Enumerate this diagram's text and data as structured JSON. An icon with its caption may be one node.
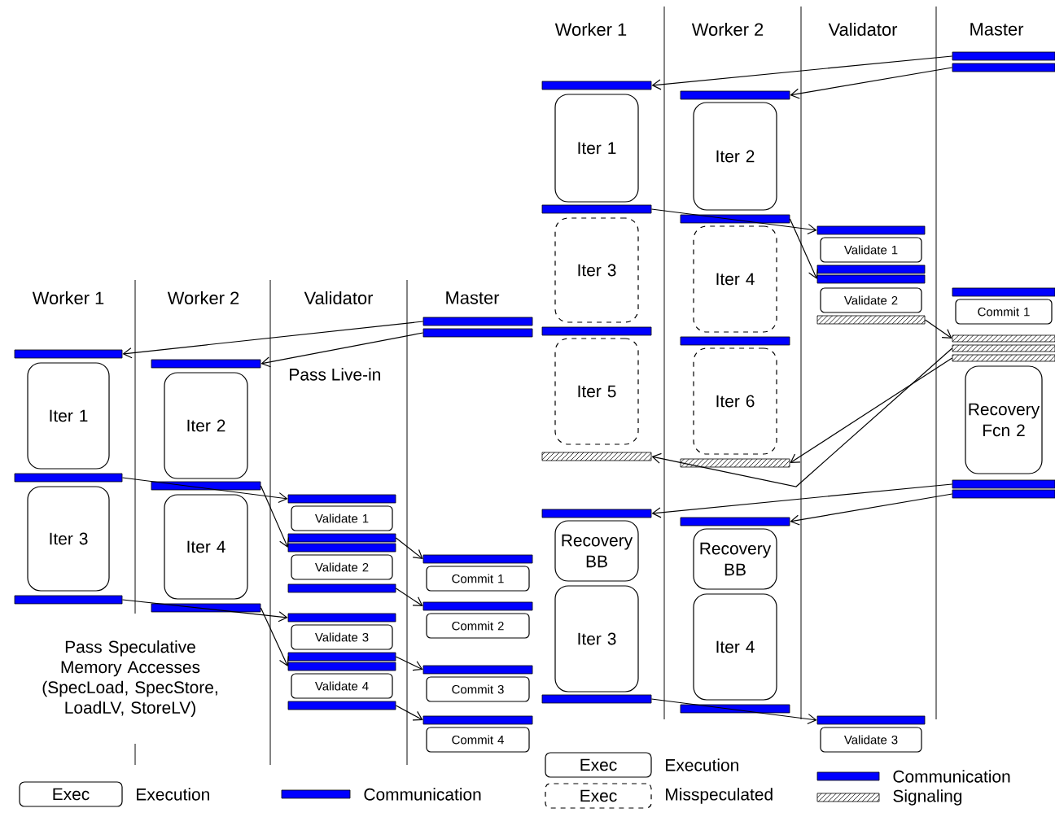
{
  "diagram": {
    "nodes": [
      {
        "text": [],
        "shape": "bar"
      },
      {
        "text": [],
        "shape": "bar"
      },
      {
        "text": [],
        "shape": "bar"
      },
      {
        "text": [],
        "shape": "bar"
      },
      {
        "text": [
          "Iter 1"
        ]
      },
      {
        "text": [
          "Iter 2"
        ]
      },
      {
        "text": [],
        "shape": "bar"
      },
      {
        "text": [],
        "shape": "bar"
      },
      {
        "text": [
          "Iter 3"
        ]
      },
      {
        "text": [
          "Iter 4"
        ]
      },
      {
        "text": [],
        "shape": "bar"
      },
      {
        "text": [],
        "shape": "bar"
      },
      {
        "text": [],
        "shape": "bar"
      },
      {
        "text": [
          "Validate 1"
        ]
      },
      {
        "text": [],
        "shape": "bar"
      },
      {
        "text": [],
        "shape": "bar"
      },
      {
        "text": [
          "Validate 2"
        ]
      },
      {
        "text": [],
        "shape": "bar"
      },
      {
        "text": [],
        "shape": "bar"
      },
      {
        "text": [
          "Validate 3"
        ]
      },
      {
        "text": [],
        "shape": "bar"
      },
      {
        "text": [],
        "shape": "bar"
      },
      {
        "text": [
          "Validate 4"
        ]
      },
      {
        "text": [],
        "shape": "bar"
      },
      {
        "text": [],
        "shape": "bar"
      },
      {
        "text": [
          "Commit 1"
        ]
      },
      {
        "text": [],
        "shape": "bar"
      },
      {
        "text": [
          "Commit 2"
        ]
      },
      {
        "text": [],
        "shape": "bar"
      },
      {
        "text": [
          "Commit 3"
        ]
      },
      {
        "text": [],
        "shape": "bar"
      },
      {
        "text": [
          "Commit 4"
        ]
      },
      {
        "text": [],
        "shape": "bar"
      },
      {
        "text": [],
        "shape": "bar"
      },
      {
        "text": [],
        "shape": "bar"
      },
      {
        "text": [],
        "shape": "bar"
      },
      {
        "text": [
          "Iter 1"
        ]
      },
      {
        "text": [
          "Iter 2"
        ]
      },
      {
        "text": [],
        "shape": "bar"
      },
      {
        "text": [],
        "shape": "bar"
      },
      {
        "text": [
          "Iter 3"
        ]
      },
      {
        "text": [
          "Iter 4"
        ]
      },
      {
        "text": [],
        "shape": "bar"
      },
      {
        "text": [],
        "shape": "bar"
      },
      {
        "text": [
          "Iter 5"
        ]
      },
      {
        "text": [
          "Iter 6"
        ]
      },
      {
        "text": [],
        "shape": "bar"
      },
      {
        "text": [],
        "shape": "bar"
      },
      {
        "text": [],
        "shape": "bar"
      },
      {
        "text": [
          "Validate 1"
        ]
      },
      {
        "text": [],
        "shape": "bar"
      },
      {
        "text": [],
        "shape": "bar"
      },
      {
        "text": [
          "Validate 2"
        ]
      },
      {
        "text": [],
        "shape": "bar"
      },
      {
        "text": [],
        "shape": "bar"
      },
      {
        "text": [
          "Commit 1"
        ]
      },
      {
        "text": [],
        "shape": "bar"
      },
      {
        "text": [],
        "shape": "bar"
      },
      {
        "text": [],
        "shape": "bar"
      },
      {
        "text": [
          "Recovery Fcn 2"
        ]
      },
      {
        "text": [],
        "shape": "bar"
      },
      {
        "text": [],
        "shape": "bar"
      },
      {
        "text": [],
        "shape": "bar"
      },
      {
        "text": [
          "Recovery BB"
        ]
      },
      {
        "text": [
          "Iter 3"
        ]
      },
      {
        "text": [],
        "shape": "bar"
      },
      {
        "text": [],
        "shape": "bar"
      },
      {
        "text": [
          "Recovery BB"
        ]
      },
      {
        "text": [
          "Iter 4"
        ]
      },
      {
        "text": [],
        "shape": "bar"
      },
      {
        "text": [],
        "shape": "bar"
      },
      {
        "text": [
          "Validate 3"
        ]
      }
    ],
    "edges": [
      {
        "from": 0,
        "to": 2,
        "arrow": "to"
      },
      {
        "from": 1,
        "to": 3,
        "arrow": "to"
      },
      {
        "from": 6,
        "to": 12,
        "arrow": "to"
      },
      {
        "from": 7,
        "to": 15,
        "arrow": "to"
      },
      {
        "from": 14,
        "to": 24,
        "arrow": "to"
      },
      {
        "from": 17,
        "to": 26,
        "arrow": "to"
      },
      {
        "from": 10,
        "to": 18,
        "arrow": "to"
      },
      {
        "from": 11,
        "to": 21,
        "arrow": "to"
      },
      {
        "from": 20,
        "to": 28,
        "arrow": "to"
      },
      {
        "from": 23,
        "to": 30,
        "arrow": "to"
      },
      {
        "from": 32,
        "to": 34,
        "arrow": "to"
      },
      {
        "from": 33,
        "to": 35,
        "arrow": "to"
      },
      {
        "from": 38,
        "to": 48,
        "arrow": "to"
      },
      {
        "from": 39,
        "to": 51,
        "arrow": "to"
      },
      {
        "from": 53,
        "to": 56,
        "arrow": "to"
      },
      {
        "from": 57,
        "to": 46,
        "arrow": "to"
      },
      {
        "from": 58,
        "to": 47,
        "arrow": "to"
      },
      {
        "from": 60,
        "to": 62,
        "arrow": "to"
      },
      {
        "from": 61,
        "to": 66,
        "arrow": "to"
      },
      {
        "from": 65,
        "to": 70,
        "arrow": "to"
      }
    ],
    "labels": [
      "Worker 1",
      "Worker 2",
      "Validator",
      "Master",
      "Worker 1",
      "Worker 2",
      "Validator",
      "Master",
      "Pass Live-in",
      "Pass Speculative Memory Accesses (SpecLoad, SpecStore, LoadLV, StoreLV)",
      "Exec",
      "Exec",
      "Exec"
    ],
    "legend": [
      {
        "text": "Execution"
      },
      {
        "text": "Communication",
        "color": "#0000ff"
      },
      {
        "text": "Execution"
      },
      {
        "text": "Misspeculated"
      },
      {
        "text": "Communication",
        "color": "#0000ff"
      },
      {
        "text": "Signaling"
      }
    ]
  }
}
